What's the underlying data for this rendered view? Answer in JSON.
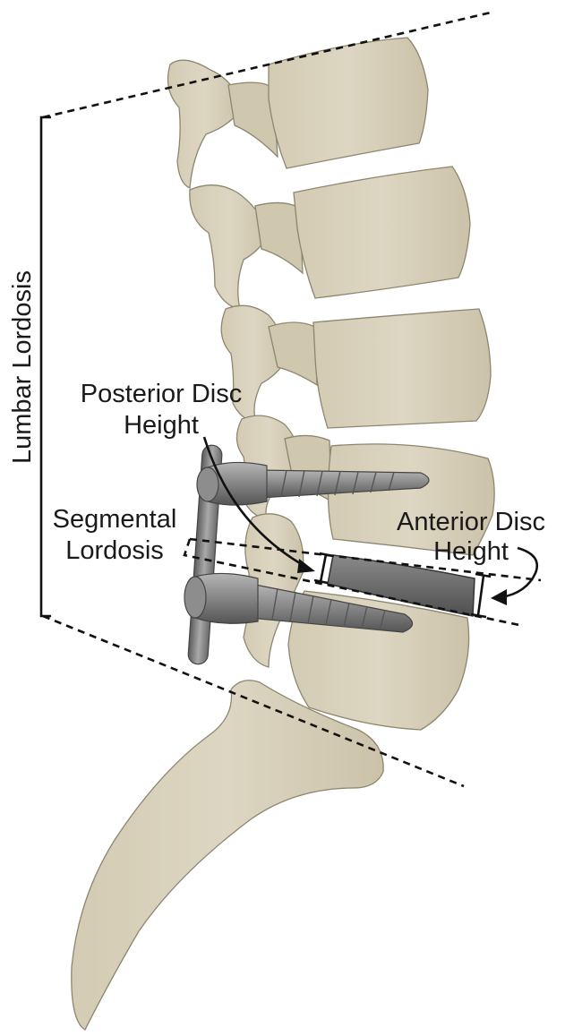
{
  "labels": {
    "lumbar_lordosis": "Lumbar Lordosis",
    "posterior_disc_height": [
      "Posterior Disc",
      "Height"
    ],
    "segmental_lordosis": [
      "Segmental",
      "Lordosis"
    ],
    "anterior_disc_height": [
      "Anterior Disc",
      "Height"
    ]
  },
  "colors": {
    "bone": "#d8d0bb",
    "bone_shade": "#c8bfa6",
    "bone_outline": "#8c8670",
    "metal_light": "#a3a3a3",
    "metal_dark": "#5f5f5f",
    "spacer": "#6e6e6e",
    "line": "#111111"
  }
}
